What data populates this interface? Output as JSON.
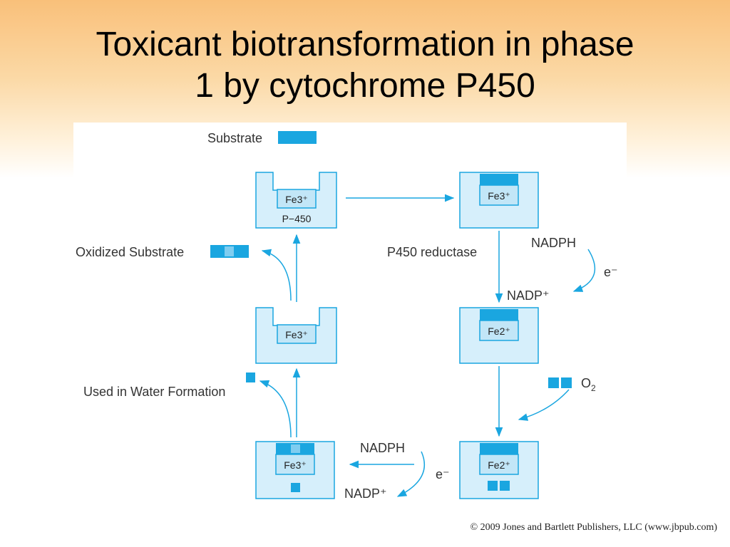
{
  "slide": {
    "title_line1": "Toxicant biotransformation in phase",
    "title_line2": "1 by cytochrome P450",
    "copyright": "© 2009 Jones and Bartlett Publishers, LLC (www.jbpub.com)"
  },
  "diagram": {
    "substrate_legend": "Substrate",
    "oxidized_substrate": "Oxidized Substrate",
    "water_formation": "Used in Water Formation",
    "p450_reductase": "P450 reductase",
    "nadph_1": "NADPH",
    "electron_1": "e⁻",
    "nadp_1": "NADP⁺",
    "o2": "O",
    "o2_sub": "2",
    "nadph_2": "NADPH",
    "electron_2": "e⁻",
    "nadp_2": "NADP⁺",
    "p450_label": "P−450",
    "states": {
      "s1": "Fe3⁺",
      "s2": "Fe3⁺",
      "s3": "Fe2⁺",
      "s4": "Fe2⁺",
      "s5": "Fe3⁺",
      "s6": "Fe3⁺"
    },
    "colors": {
      "pocket_fill": "#d6effb",
      "pocket_stroke": "#1aa6e0",
      "substrate": "#1aa6e0",
      "arrow": "#1aa6e0"
    }
  }
}
